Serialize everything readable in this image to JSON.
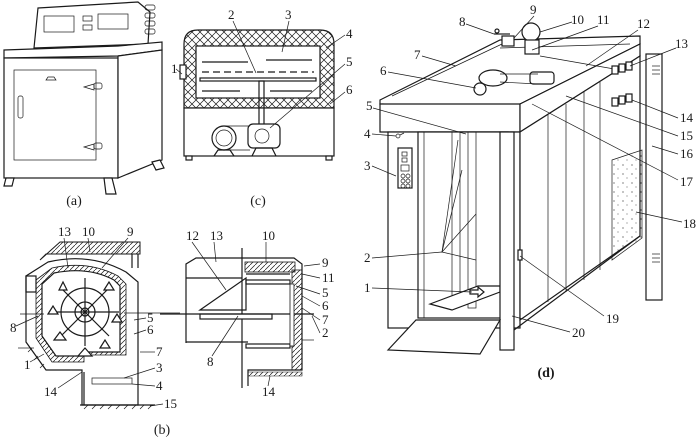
{
  "figure": {
    "title": "Oven types diagram",
    "panels": [
      {
        "id": "a",
        "caption": "(a)",
        "description": "Box-type electric oven with control panel",
        "labels": []
      },
      {
        "id": "b",
        "caption": "(b)",
        "description": "Rotary-shelf oven cross-section (front)",
        "labels": [
          "13",
          "10",
          "9",
          "8",
          "5",
          "6",
          "7",
          "1",
          "3",
          "4",
          "14",
          "15"
        ]
      },
      {
        "id": "b2",
        "caption": "",
        "description": "Rotary-shelf oven cross-section (side)",
        "labels": [
          "12",
          "13",
          "10",
          "9",
          "11",
          "5",
          "6",
          "7",
          "2",
          "8",
          "14"
        ]
      },
      {
        "id": "c",
        "caption": "(c)",
        "description": "Insulated oven with fan and motor",
        "labels": [
          "1",
          "2",
          "3",
          "4",
          "5",
          "6"
        ]
      },
      {
        "id": "d",
        "caption": "(d)",
        "description": "Rack oven perspective view",
        "labels": [
          "8",
          "9",
          "10",
          "11",
          "12",
          "13",
          "7",
          "6",
          "5",
          "4",
          "3",
          "14",
          "15",
          "16",
          "17",
          "18",
          "2",
          "1",
          "19",
          "20"
        ]
      }
    ]
  }
}
